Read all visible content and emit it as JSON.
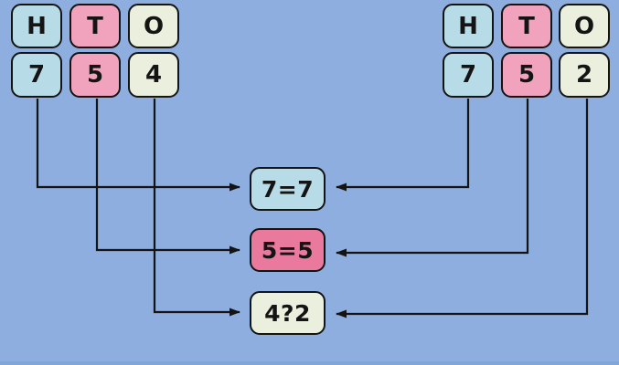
{
  "palette": {
    "background": "#8DAEDE",
    "bottom_edge": "#82A6D8",
    "outline": "#141414",
    "arrow": "#141414",
    "light_blue": "#B7DCE8",
    "pink": "#F1A3BD",
    "dark_pink": "#E97A9E",
    "cream": "#EAF0DD"
  },
  "groups": {
    "left": {
      "headers": [
        {
          "label": "H",
          "fill": "#B7DCE8"
        },
        {
          "label": "T",
          "fill": "#F1A3BD"
        },
        {
          "label": "O",
          "fill": "#EAF0DD"
        }
      ],
      "digits": [
        {
          "label": "7",
          "fill": "#B7DCE8"
        },
        {
          "label": "5",
          "fill": "#F1A3BD"
        },
        {
          "label": "4",
          "fill": "#EAF0DD"
        }
      ]
    },
    "right": {
      "headers": [
        {
          "label": "H",
          "fill": "#B7DCE8"
        },
        {
          "label": "T",
          "fill": "#F1A3BD"
        },
        {
          "label": "O",
          "fill": "#EAF0DD"
        }
      ],
      "digits": [
        {
          "label": "7",
          "fill": "#B7DCE8"
        },
        {
          "label": "5",
          "fill": "#F1A3BD"
        },
        {
          "label": "2",
          "fill": "#EAF0DD"
        }
      ]
    }
  },
  "comparisons": [
    {
      "label": "7=7",
      "fill": "#B7DCE8"
    },
    {
      "label": "5=5",
      "fill": "#E97A9E"
    },
    {
      "label": "4?2",
      "fill": "#EAF0DD"
    }
  ]
}
